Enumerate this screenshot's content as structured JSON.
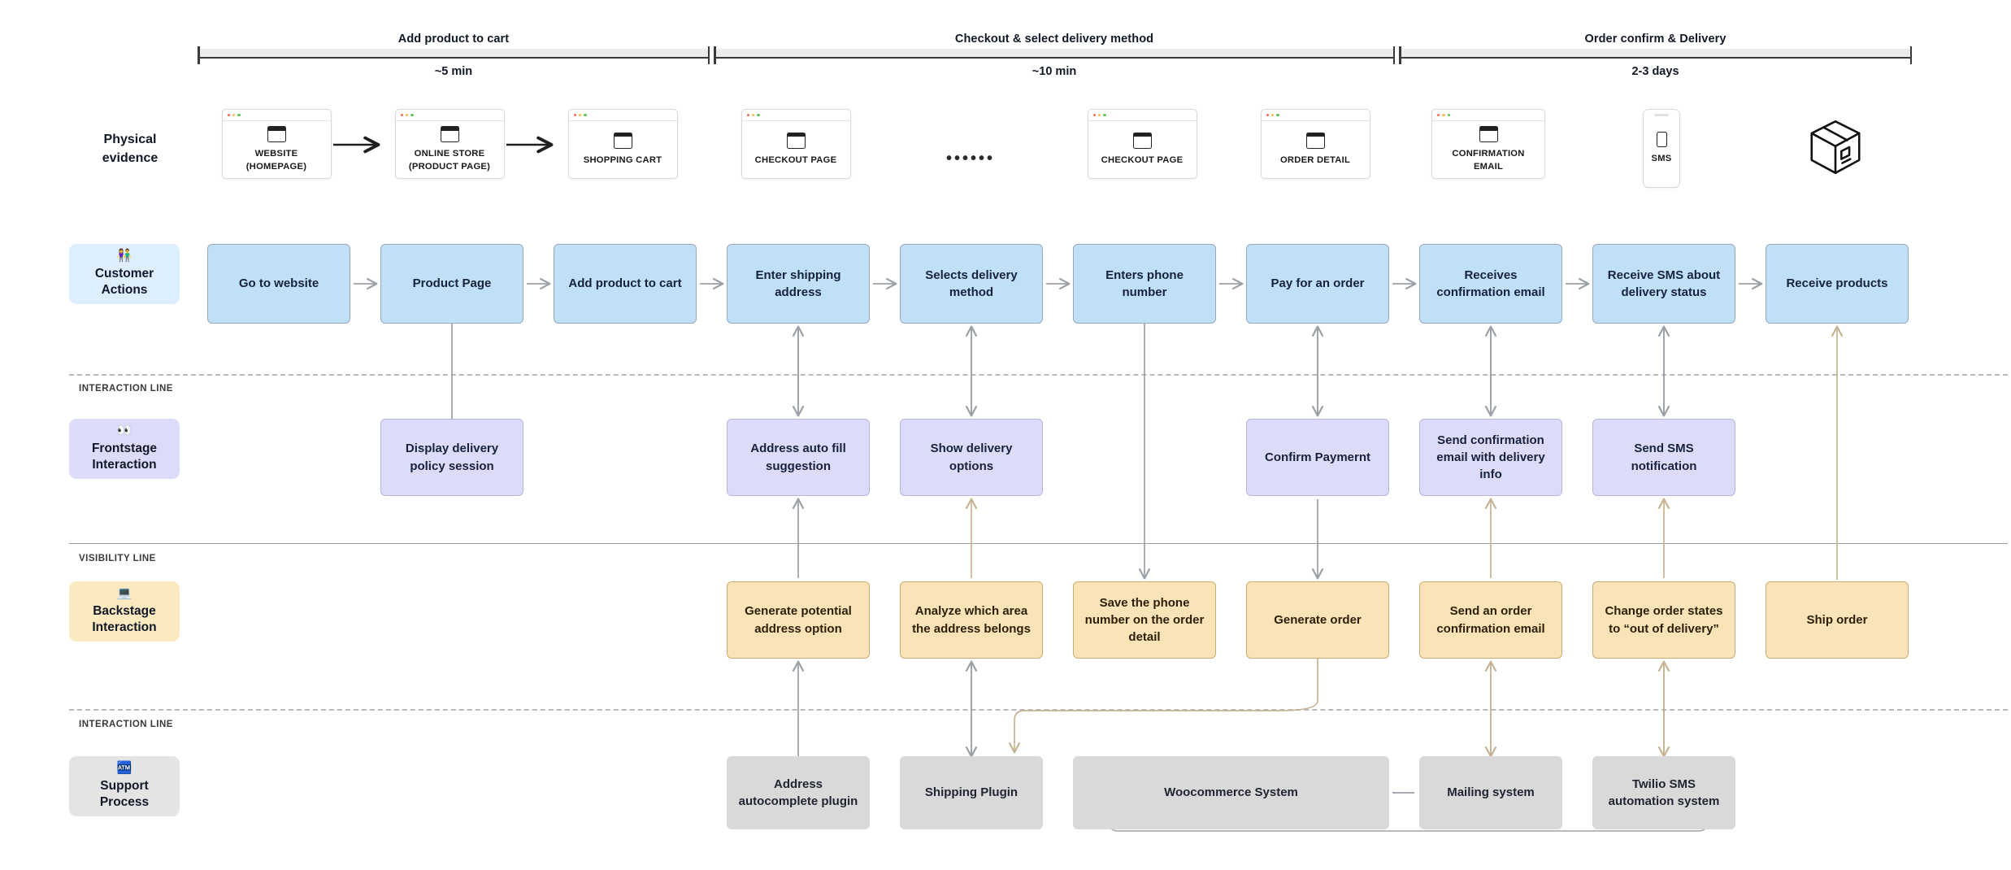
{
  "phases": [
    {
      "title": "Add product to cart",
      "duration": "~5 min"
    },
    {
      "title": "Checkout & select delivery method",
      "duration": "~10 min"
    },
    {
      "title": "Order confirm & Delivery",
      "duration": "2-3 days"
    }
  ],
  "rows": {
    "physical_evidence": {
      "label_line1": "Physical",
      "label_line2": "evidence",
      "items": [
        {
          "caption": "WEBSITE\n(HOMEPAGE)",
          "icon": "browser-window-icon",
          "type": "browser"
        },
        {
          "caption": "ONLINE STORE\n(PRODUCT PAGE)",
          "icon": "browser-window-icon",
          "type": "browser"
        },
        {
          "caption": "SHOPPING CART",
          "icon": "browser-window-icon",
          "type": "browser"
        },
        {
          "caption": "CHECKOUT PAGE",
          "icon": "browser-window-icon",
          "type": "browser"
        },
        {
          "caption": "......",
          "icon": "ellipsis-icon",
          "type": "ellipsis"
        },
        {
          "caption": "CHECKOUT PAGE",
          "icon": "browser-window-icon",
          "type": "browser"
        },
        {
          "caption": "ORDER DETAIL",
          "icon": "browser-window-icon",
          "type": "browser"
        },
        {
          "caption": "CONFIRMATION EMAIL",
          "icon": "browser-window-icon",
          "type": "browser"
        },
        {
          "caption": "SMS",
          "icon": "mobile-phone-icon",
          "type": "phone"
        },
        {
          "caption": "",
          "icon": "package-box-icon",
          "type": "package"
        }
      ]
    },
    "customer_actions": {
      "label": "Customer\nActions",
      "label_line1": "Customer",
      "label_line2": "Actions",
      "emoji": "👫",
      "emoji_name": "people-holding-hands-icon",
      "items": [
        "Go to website",
        "Product Page",
        "Add product to cart",
        "Enter shipping address",
        "Selects delivery method",
        "Enters phone number",
        "Pay for an order",
        "Receives confirmation email",
        "Receive SMS about delivery status",
        "Receive products"
      ]
    },
    "frontstage": {
      "label_line1": "Frontstage",
      "label_line2": "Interaction",
      "emoji": "👀",
      "emoji_name": "eyes-icon",
      "items": [
        {
          "col": 1,
          "text": "Display delivery policy session"
        },
        {
          "col": 3,
          "text": "Address auto fill suggestion"
        },
        {
          "col": 4,
          "text": "Show delivery options"
        },
        {
          "col": 6,
          "text": "Confirm Paymernt"
        },
        {
          "col": 7,
          "text": "Send confirmation email with delivery info"
        },
        {
          "col": 8,
          "text": "Send SMS notification"
        }
      ]
    },
    "backstage": {
      "label_line1": "Backstage",
      "label_line2": "Interaction",
      "emoji": "💻",
      "emoji_name": "laptop-computer-icon",
      "items": [
        {
          "col": 3,
          "text": "Generate potential address option"
        },
        {
          "col": 4,
          "text": "Analyze which area the address belongs"
        },
        {
          "col": 5,
          "text": "Save the phone number on the order detail"
        },
        {
          "col": 6,
          "text": "Generate order"
        },
        {
          "col": 7,
          "text": "Send an order confirmation email"
        },
        {
          "col": 8,
          "text": "Change order states to “out of delivery”"
        },
        {
          "col": 9,
          "text": "Ship order"
        }
      ]
    },
    "support": {
      "label_line1": "Support",
      "label_line2": "Process",
      "emoji": "🏧",
      "emoji_name": "post-office-icon",
      "items": [
        {
          "col": 3,
          "text": "Address autocomplete plugin"
        },
        {
          "col": 4,
          "text": "Shipping Plugin"
        },
        {
          "col": 5,
          "text": "Woocommerce System"
        },
        {
          "col": 7,
          "text": "Mailing system"
        },
        {
          "col": 8,
          "text": "Twilio SMS automation system"
        }
      ]
    }
  },
  "lane_separators": [
    {
      "id": "interaction-line-top",
      "label": "INTERACTION LINE",
      "style": "dashed"
    },
    {
      "id": "visibility-line",
      "label": "VISIBILITY LINE",
      "style": "solid"
    },
    {
      "id": "interaction-line-bottom",
      "label": "INTERACTION LINE",
      "style": "dashed"
    }
  ],
  "colors": {
    "customer": "#bfe0f7",
    "frontstage": "#dcdcfa",
    "backstage": "#fbe3b8",
    "support": "#d9d9d9",
    "arrow_gray": "#9aa0a6",
    "arrow_tan": "#c7b393",
    "phase_bar": "#ececec"
  }
}
